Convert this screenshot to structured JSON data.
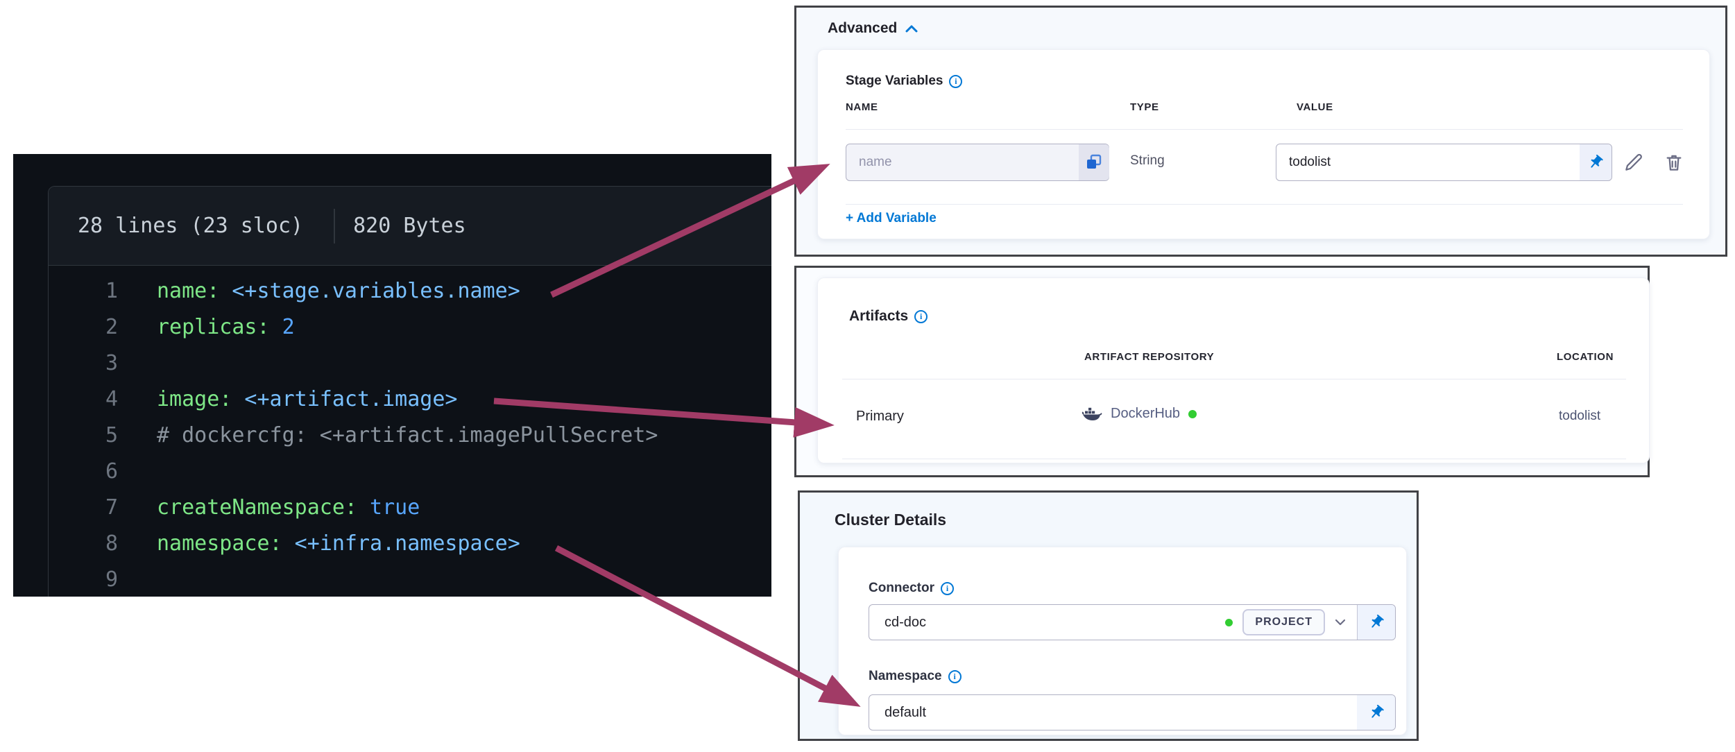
{
  "code_panel": {
    "header": {
      "lines_info": "28 lines (23 sloc)",
      "size_info": "820 Bytes"
    },
    "lines": [
      {
        "num": "1",
        "key": "name:",
        "val": " <+stage.variables.name>"
      },
      {
        "num": "2",
        "key": "replicas:",
        "val": " 2"
      },
      {
        "num": "3",
        "key": "",
        "val": ""
      },
      {
        "num": "4",
        "key": "image:",
        "val": " <+artifact.image>"
      },
      {
        "num": "5",
        "key": "",
        "val": "# dockercfg: <+artifact.imagePullSecret>"
      },
      {
        "num": "6",
        "key": "",
        "val": ""
      },
      {
        "num": "7",
        "key": "createNamespace:",
        "val": " true"
      },
      {
        "num": "8",
        "key": "namespace:",
        "val": " <+infra.namespace>"
      },
      {
        "num": "9",
        "key": "",
        "val": ""
      }
    ]
  },
  "advanced_panel": {
    "title": "Advanced",
    "section_title": "Stage Variables",
    "columns": {
      "name": "NAME",
      "type": "TYPE",
      "value": "VALUE"
    },
    "row": {
      "name_placeholder": "name",
      "type": "String",
      "value": "todolist"
    },
    "add_variable_label": "+ Add Variable"
  },
  "artifacts_panel": {
    "title": "Artifacts",
    "columns": {
      "repository": "ARTIFACT REPOSITORY",
      "location": "LOCATION"
    },
    "row": {
      "label": "Primary",
      "repository": "DockerHub",
      "location": "todolist"
    }
  },
  "cluster_panel": {
    "title": "Cluster Details",
    "connector": {
      "label": "Connector",
      "value": "cd-doc",
      "scope_badge": "PROJECT"
    },
    "namespace": {
      "label": "Namespace",
      "value": "default"
    }
  },
  "colors": {
    "accent_blue": "#0278d5",
    "arrow": "#a13b66",
    "status_green": "#32cd32",
    "code_background": "#0d1117",
    "code_key": "#7ee787",
    "code_expression": "#79c0ff",
    "code_literal": "#58a6ff",
    "code_comment": "#8b949e"
  }
}
